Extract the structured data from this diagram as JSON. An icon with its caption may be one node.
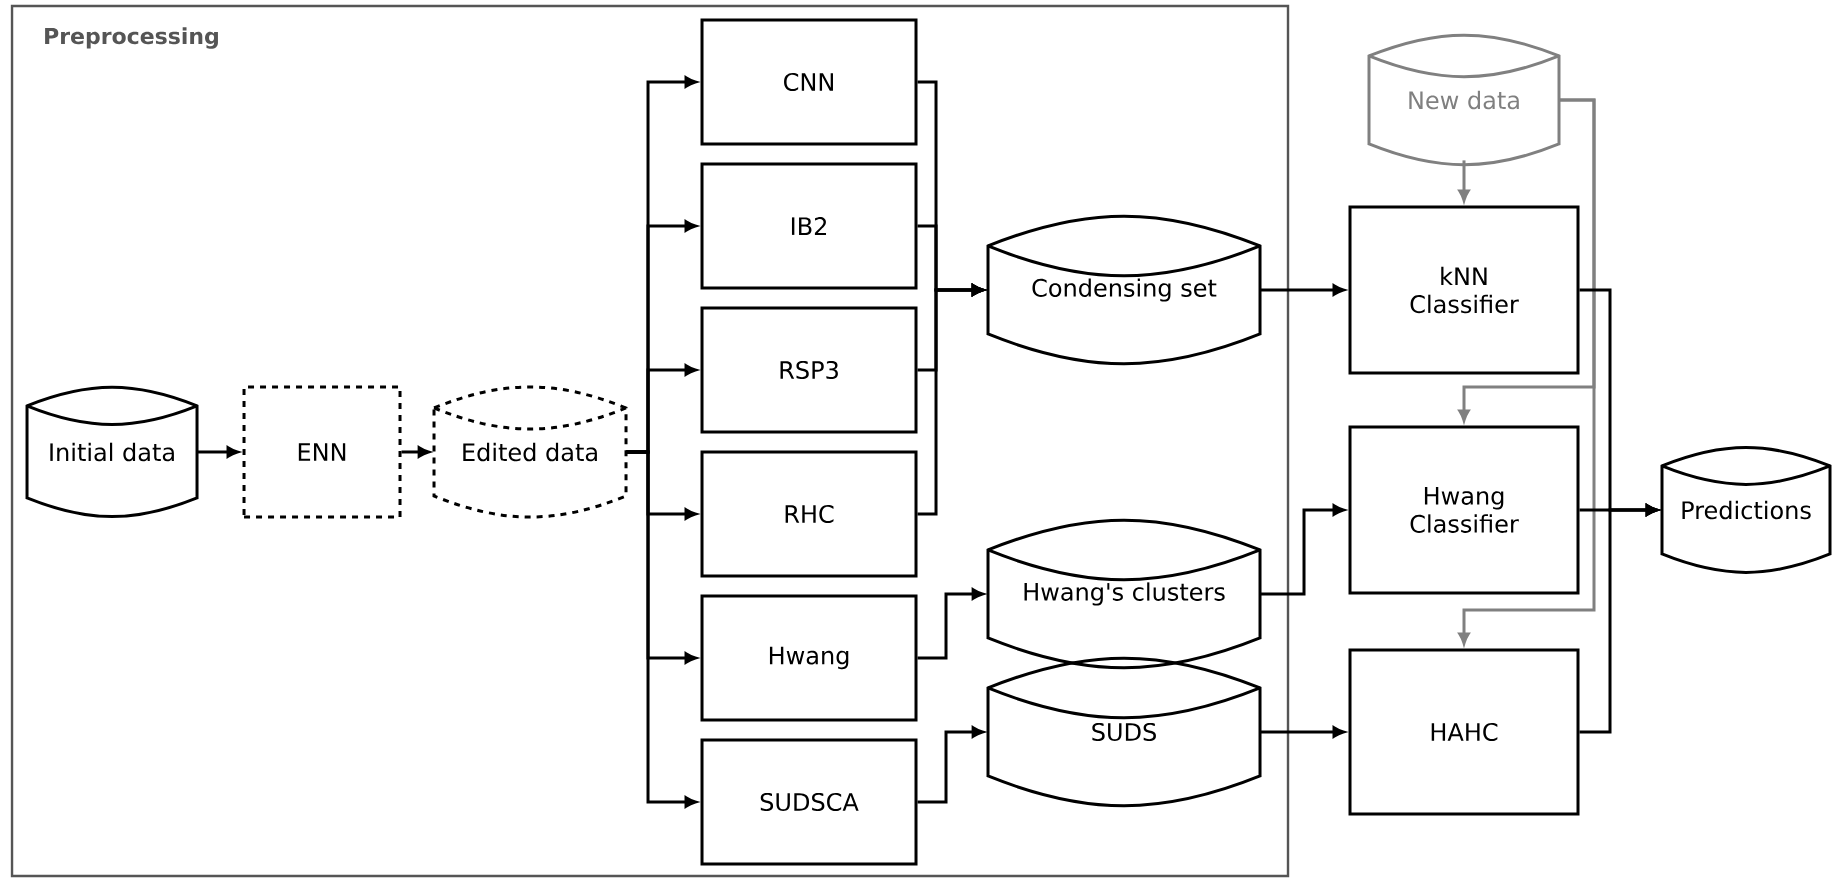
{
  "diagram": {
    "nodes": [
      {
        "text": [
          "Preprocessing"
        ]
      },
      {
        "text": [
          "Initial data"
        ],
        "in": 0
      },
      {
        "text": [
          "ENN"
        ],
        "in": 0
      },
      {
        "text": [
          "Edited data"
        ],
        "in": 0
      },
      {
        "text": [
          "CNN"
        ],
        "in": 0
      },
      {
        "text": [
          "IB2"
        ],
        "in": 0
      },
      {
        "text": [
          "RSP3"
        ],
        "in": 0
      },
      {
        "text": [
          "RHC"
        ],
        "in": 0
      },
      {
        "text": [
          "Hwang"
        ],
        "in": 0
      },
      {
        "text": [
          "SUDSCA"
        ],
        "in": 0
      },
      {
        "text": [
          "Condensing set"
        ],
        "in": 0
      },
      {
        "text": [
          "Hwang's clusters"
        ],
        "in": 0
      },
      {
        "text": [
          "SUDS"
        ],
        "in": 0
      },
      {
        "text": [
          "New data"
        ]
      },
      {
        "text": [
          "kNN Classifier"
        ]
      },
      {
        "text": [
          "Hwang Classifier"
        ]
      },
      {
        "text": [
          "HAHC"
        ]
      },
      {
        "text": [
          "Predictions"
        ]
      }
    ],
    "edges": [
      {
        "from": 1,
        "to": 2,
        "arrow": "to"
      },
      {
        "from": 2,
        "to": 3,
        "arrow": "to"
      },
      {
        "from": 3,
        "to": 4,
        "arrow": "to"
      },
      {
        "from": 3,
        "to": 5,
        "arrow": "to"
      },
      {
        "from": 3,
        "to": 6,
        "arrow": "to"
      },
      {
        "from": 3,
        "to": 7,
        "arrow": "to"
      },
      {
        "from": 3,
        "to": 8,
        "arrow": "to"
      },
      {
        "from": 3,
        "to": 9,
        "arrow": "to"
      },
      {
        "from": 4,
        "to": 10,
        "arrow": "to"
      },
      {
        "from": 5,
        "to": 10,
        "arrow": "to"
      },
      {
        "from": 6,
        "to": 10,
        "arrow": "to"
      },
      {
        "from": 7,
        "to": 10,
        "arrow": "to"
      },
      {
        "from": 8,
        "to": 11,
        "arrow": "to"
      },
      {
        "from": 9,
        "to": 12,
        "arrow": "to"
      },
      {
        "from": 10,
        "to": 14,
        "arrow": "to"
      },
      {
        "from": 11,
        "to": 15,
        "arrow": "to"
      },
      {
        "from": 12,
        "to": 16,
        "arrow": "to"
      },
      {
        "from": 13,
        "to": 14,
        "arrow": "to",
        "color": "#808080"
      },
      {
        "from": 13,
        "to": 15,
        "arrow": "to",
        "color": "#808080"
      },
      {
        "from": 13,
        "to": 16,
        "arrow": "to",
        "color": "#808080"
      },
      {
        "from": 14,
        "to": 17,
        "arrow": "to"
      },
      {
        "from": 15,
        "to": 17,
        "arrow": "to"
      },
      {
        "from": 16,
        "to": 17,
        "arrow": "to"
      }
    ]
  }
}
